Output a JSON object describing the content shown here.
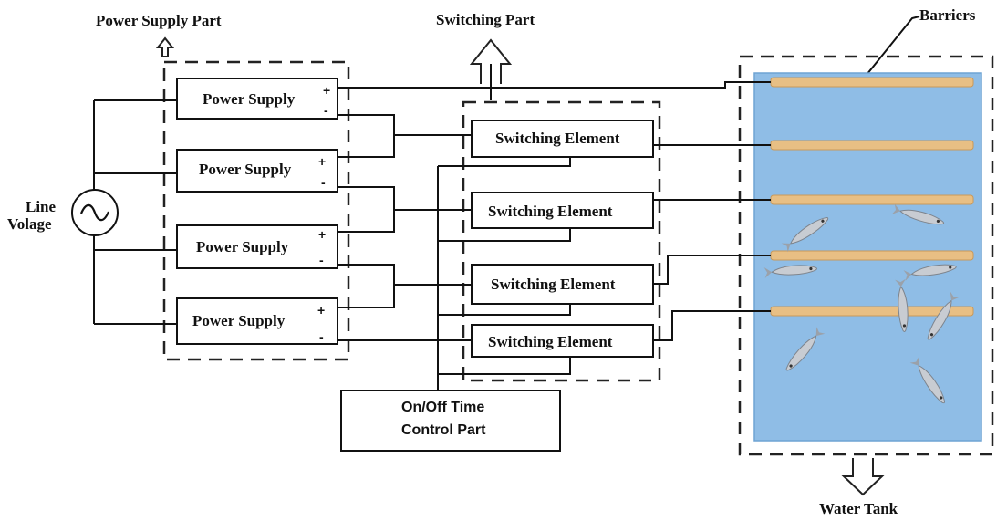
{
  "labels": {
    "power_supply_part": "Power Supply Part",
    "switching_part": "Switching Part",
    "barriers": "Barriers",
    "water_tank": "Water Tank",
    "line_voltage_1": "Line",
    "line_voltage_2": "Volage"
  },
  "power_supplies": [
    {
      "label": "Power Supply",
      "plus": "+",
      "minus": "-"
    },
    {
      "label": "Power Supply",
      "plus": "+",
      "minus": "-"
    },
    {
      "label": "Power Supply",
      "plus": "+",
      "minus": "-"
    },
    {
      "label": "Power Supply",
      "plus": "+",
      "minus": "-"
    }
  ],
  "switching_elements": [
    {
      "label": "Switching Element"
    },
    {
      "label": "Switching Element"
    },
    {
      "label": "Switching Element"
    },
    {
      "label": "Switching Element"
    }
  ],
  "control": {
    "line1": "On/Off Time",
    "line2": "Control Part"
  },
  "colors": {
    "water": "#8fbde6",
    "water_edge": "#6ea3d3",
    "barrier": "#e8bf84",
    "barrier_edge": "#c9995a",
    "fish": "#c8ccd2"
  }
}
